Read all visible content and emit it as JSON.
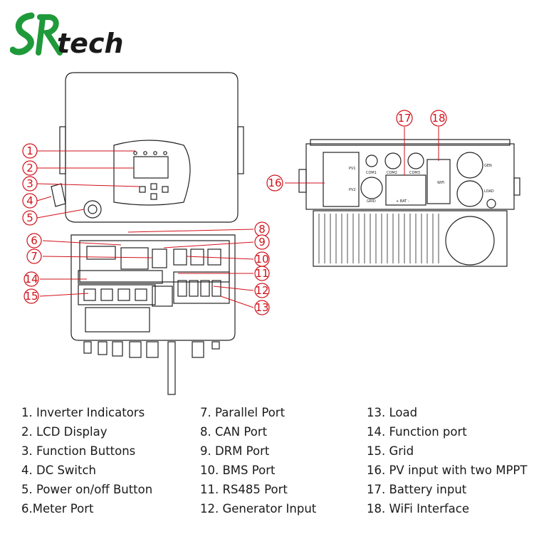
{
  "brand": {
    "logo_text": "SRtech",
    "colors": {
      "logo_green": "#1f9a3a",
      "logo_dark": "#1a1a1a",
      "callout_red": "#d0121b",
      "outline": "#222222"
    }
  },
  "callouts": [
    {
      "num": "1",
      "label": "1. Inverter Indicators"
    },
    {
      "num": "2",
      "label": "2. LCD Display"
    },
    {
      "num": "3",
      "label": "3. Function Buttons"
    },
    {
      "num": "4",
      "label": "4. DC Switch"
    },
    {
      "num": "5",
      "label": "5. Power on/off Button"
    },
    {
      "num": "6",
      "label": "6.Meter Port"
    },
    {
      "num": "7",
      "label": "7. Parallel Port"
    },
    {
      "num": "8",
      "label": "8. CAN Port"
    },
    {
      "num": "9",
      "label": "9. DRM Port"
    },
    {
      "num": "10",
      "label": "10. BMS Port"
    },
    {
      "num": "11",
      "label": "11. RS485 Port"
    },
    {
      "num": "12",
      "label": "12. Generator Input"
    },
    {
      "num": "13",
      "label": "13. Load"
    },
    {
      "num": "14",
      "label": "14. Function port"
    },
    {
      "num": "15",
      "label": "15. Grid"
    },
    {
      "num": "16",
      "label": "16. PV input with two MPPT"
    },
    {
      "num": "17",
      "label": "17. Battery input"
    },
    {
      "num": "18",
      "label": "18. WiFi Interface"
    }
  ],
  "side_view_labels": {
    "pv1": "PV1",
    "pv2": "PV2",
    "com1": "COM1",
    "com2": "COM2",
    "com3": "COM3",
    "grid": "GRID",
    "bat": "+ BAT -",
    "wifi": "WiFi",
    "gen": "GEN",
    "load": "LOAD"
  }
}
